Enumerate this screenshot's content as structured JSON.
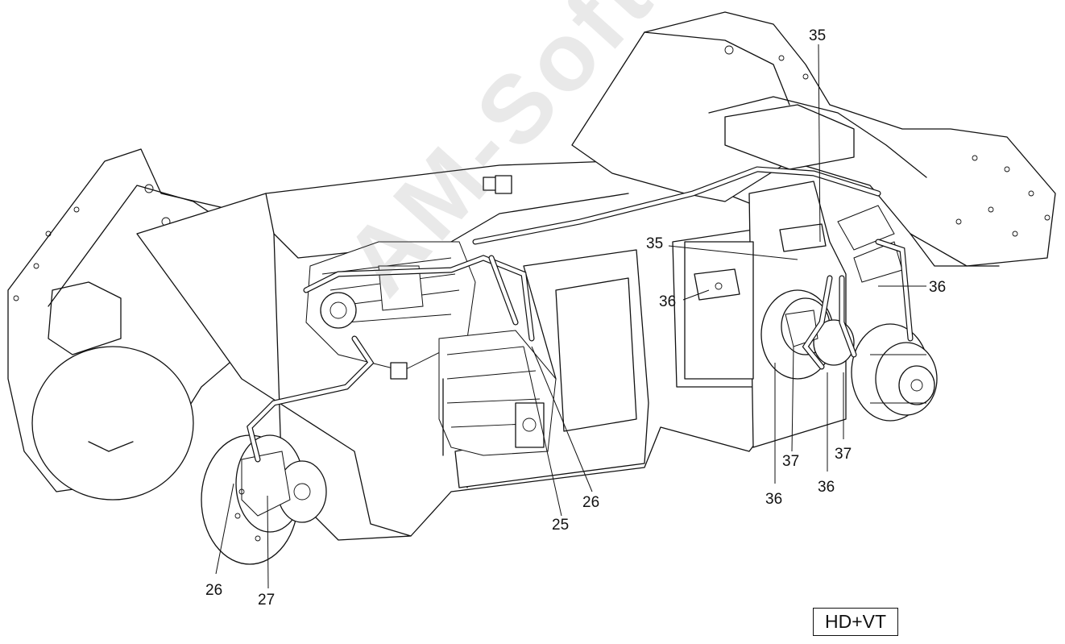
{
  "diagram": {
    "watermark": "AM-Soft",
    "variant_label": "HD+VT",
    "callouts": [
      {
        "id": "c35a",
        "text": "35"
      },
      {
        "id": "c35b",
        "text": "35"
      },
      {
        "id": "c36a",
        "text": "36"
      },
      {
        "id": "c36b",
        "text": "36"
      },
      {
        "id": "c36c",
        "text": "36"
      },
      {
        "id": "c36d",
        "text": "36"
      },
      {
        "id": "c37a",
        "text": "37"
      },
      {
        "id": "c37b",
        "text": "37"
      },
      {
        "id": "c25",
        "text": "25"
      },
      {
        "id": "c26a",
        "text": "26"
      },
      {
        "id": "c26b",
        "text": "26"
      },
      {
        "id": "c27",
        "text": "27"
      }
    ]
  }
}
